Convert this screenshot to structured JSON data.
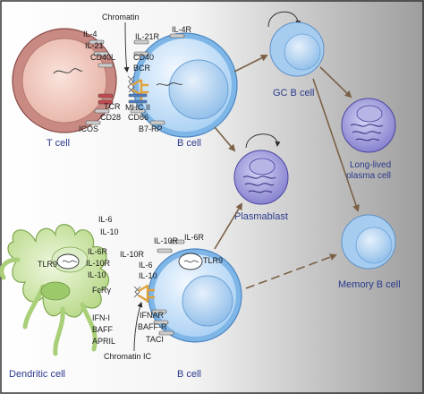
{
  "colors": {
    "background_left": "#ffffff",
    "background_right": "#9d9d9d",
    "t_cell_outer": "#c98a84",
    "t_cell_inner": "#f6d8cf",
    "b_cell_blue": "#7fb6e8",
    "b_cell_light": "#d7e9fa",
    "plasma_purple": "#5b55b0",
    "plasma_light": "#b7b4e6",
    "dendritic_green": "#b9d98a",
    "dendritic_light": "#e2f0c8",
    "arrow_brown": "#7a6146",
    "caption_blue": "#2c3a8c",
    "receptor_orange": "#e0a23a"
  },
  "cells": {
    "t_cell": "T cell",
    "b_cell_top": "B cell",
    "gc_b_cell": "GC B cell",
    "long_lived_plasma_line1": "Long-lived",
    "long_lived_plasma_line2": "plasma cell",
    "plasmablast": "Plasmablast",
    "memory_b_cell": "Memory B cell",
    "dendritic_cell": "Dendritic cell",
    "b_cell_bottom": "B cell"
  },
  "top_labels": {
    "chromatin": "Chromatin",
    "il4_left": "IL-4",
    "il21": "IL-21",
    "cd40l": "CD40L",
    "il21r": "IL-21R",
    "il4r": "IL-4R",
    "cd40": "CD40",
    "bcr": "BCR",
    "tcr": "TCR",
    "mhc2": "MHC II",
    "cd28": "CD28",
    "cd86": "CD86",
    "icos": "ICOS",
    "b7rp": "B7-RP"
  },
  "bottom_labels": {
    "il6_a": "IL-6",
    "il10_a": "IL-10",
    "il6r_left": "IL-6R",
    "tlr9_left": "TLR9",
    "il10r_left": "IL-10R",
    "il10_b": "IL-10",
    "fcr": "FcRγ",
    "ifn1": "IFN-I",
    "baff": "BAFF",
    "april": "APRIL",
    "il10r_mid": "IL-10R",
    "il6_b": "IL-6",
    "il10_c": "IL-10",
    "il6r_right": "IL-6R",
    "tlr9_right": "TLR9",
    "ifnar": "IFNAR",
    "baffr": "BAFF-R",
    "taci": "TACI",
    "chromatin_ic": "Chromatin IC"
  }
}
